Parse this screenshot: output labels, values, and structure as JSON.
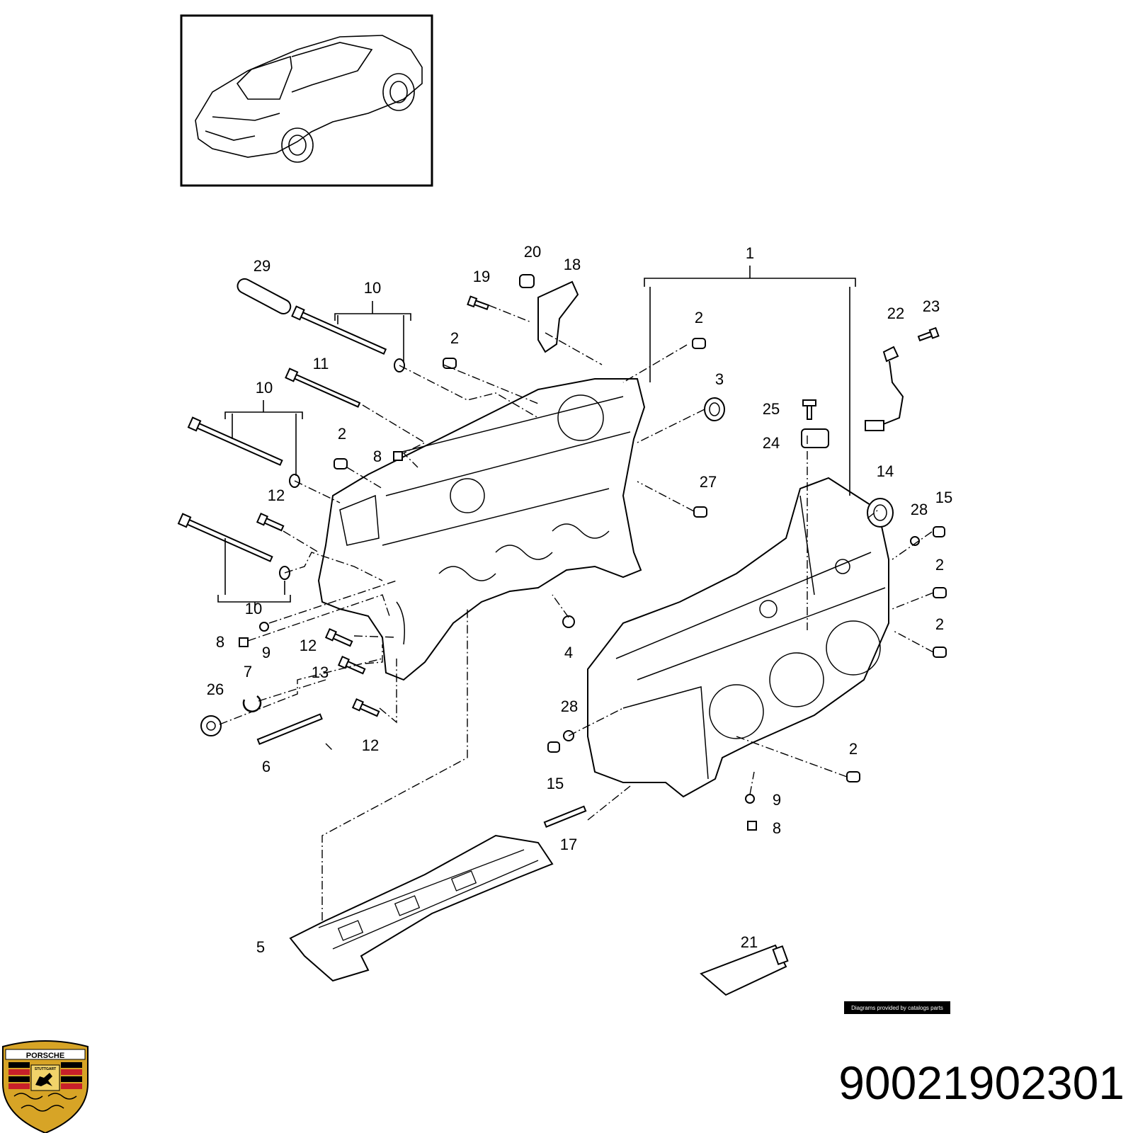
{
  "diagram": {
    "callouts": [
      {
        "id": "c29",
        "label": "29"
      },
      {
        "id": "c10a",
        "label": "10"
      },
      {
        "id": "c19",
        "label": "19"
      },
      {
        "id": "c20",
        "label": "20"
      },
      {
        "id": "c18",
        "label": "18"
      },
      {
        "id": "c1",
        "label": "1"
      },
      {
        "id": "c2a",
        "label": "2"
      },
      {
        "id": "c22",
        "label": "22"
      },
      {
        "id": "c23",
        "label": "23"
      },
      {
        "id": "c2b",
        "label": "2"
      },
      {
        "id": "c11",
        "label": "11"
      },
      {
        "id": "c3",
        "label": "3"
      },
      {
        "id": "c10b",
        "label": "10"
      },
      {
        "id": "c25",
        "label": "25"
      },
      {
        "id": "c2c",
        "label": "2"
      },
      {
        "id": "c8a",
        "label": "8"
      },
      {
        "id": "c24",
        "label": "24"
      },
      {
        "id": "c14",
        "label": "14"
      },
      {
        "id": "c27",
        "label": "27"
      },
      {
        "id": "c15a",
        "label": "15"
      },
      {
        "id": "c12a",
        "label": "12"
      },
      {
        "id": "c28a",
        "label": "28"
      },
      {
        "id": "c2d",
        "label": "2"
      },
      {
        "id": "c10c",
        "label": "10"
      },
      {
        "id": "c2e",
        "label": "2"
      },
      {
        "id": "c8b",
        "label": "8"
      },
      {
        "id": "c9a",
        "label": "9"
      },
      {
        "id": "c12b",
        "label": "12"
      },
      {
        "id": "c4",
        "label": "4"
      },
      {
        "id": "c7",
        "label": "7"
      },
      {
        "id": "c13",
        "label": "13"
      },
      {
        "id": "c26",
        "label": "26"
      },
      {
        "id": "c28b",
        "label": "28"
      },
      {
        "id": "c12c",
        "label": "12"
      },
      {
        "id": "c6",
        "label": "6"
      },
      {
        "id": "c2f",
        "label": "2"
      },
      {
        "id": "c15b",
        "label": "15"
      },
      {
        "id": "c9b",
        "label": "9"
      },
      {
        "id": "c8c",
        "label": "8"
      },
      {
        "id": "c17",
        "label": "17"
      },
      {
        "id": "c5",
        "label": "5"
      },
      {
        "id": "c21",
        "label": "21"
      }
    ],
    "credit": "Diagrams provided by catalogs parts",
    "part_number": "90021902301",
    "logo": {
      "wordmark": "PORSCHE",
      "city": "STUTTGART",
      "colors": {
        "gold": "#d7a426",
        "red": "#c8202a",
        "black": "#000000"
      }
    }
  }
}
